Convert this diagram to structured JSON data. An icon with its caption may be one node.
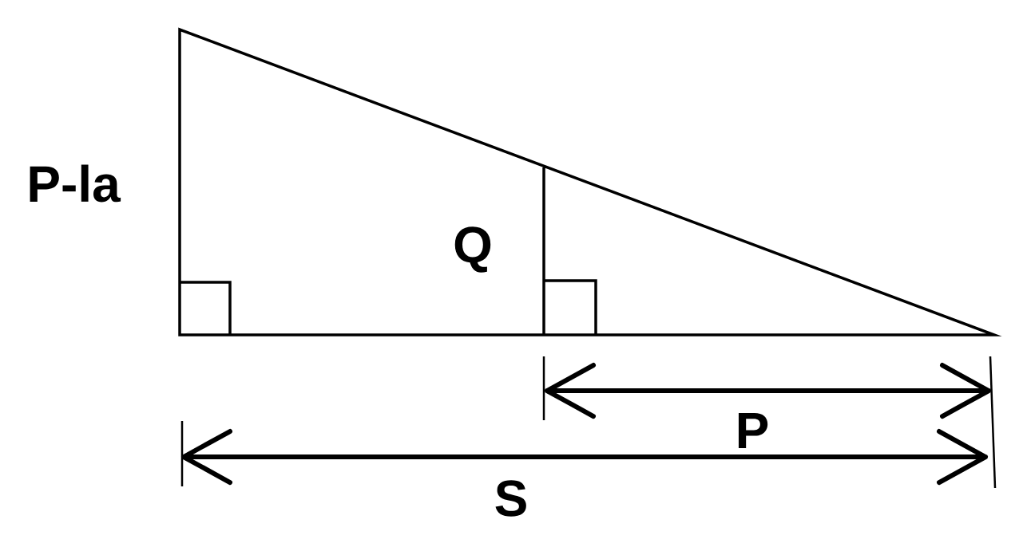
{
  "diagram": {
    "labels": [
      "P-la",
      "Q",
      "P",
      "S"
    ]
  }
}
